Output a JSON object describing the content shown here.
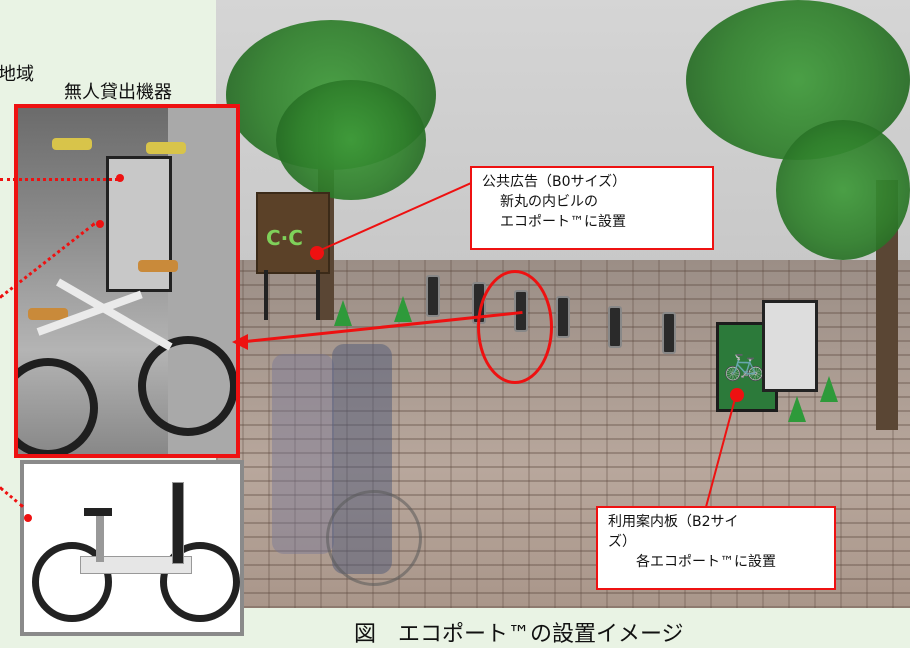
{
  "labels": {
    "top_left": "地域",
    "top_center": "無人貸出機器"
  },
  "callouts": {
    "public_ad": [
      "公共広告（B0サイズ）",
      "新丸の内ビルの",
      "エコポート™に設置"
    ],
    "guide_board": [
      "利用案内板（B2サイ",
      "ズ）",
      "各エコポート™に設置"
    ]
  },
  "signage": {
    "logo_text": "C·C"
  },
  "caption": "図　エコポート™の設置イメージ",
  "colors": {
    "accent_red": "#ee1111",
    "tree_green": "#2f7f2b",
    "cone_green": "#2e9a3a",
    "guide_board_green": "#2c7a3a"
  },
  "icons": [
    "bicycle-icon"
  ]
}
